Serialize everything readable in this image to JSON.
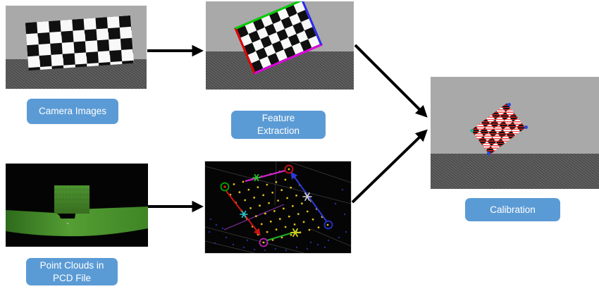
{
  "colors": {
    "accent": "#5b9bd5",
    "sky": "#a9a9a9",
    "ground": "#575757",
    "arrow": "#000000",
    "edge-top": "#00cc00",
    "edge-right": "#2a2af0",
    "edge-left": "#e00000",
    "edge-bottom": "#e000e0",
    "pcd-green": "#4a8a2c"
  },
  "nodes": {
    "camera": {
      "label": "Camera Images"
    },
    "feature": {
      "line1": "Feature",
      "line2": "Extraction"
    },
    "pcd": {
      "line1": "Point Clouds in",
      "line2": "PCD File"
    },
    "calibration": {
      "label": "Calibration"
    }
  },
  "figures": {
    "lidar_grid": {
      "rows": 7,
      "cols": 7,
      "corner_a": [
        28,
        36
      ],
      "corner_b": [
        119,
        11
      ],
      "corner_d": [
        83,
        115
      ],
      "dot_color": "#e2bd1c"
    }
  }
}
